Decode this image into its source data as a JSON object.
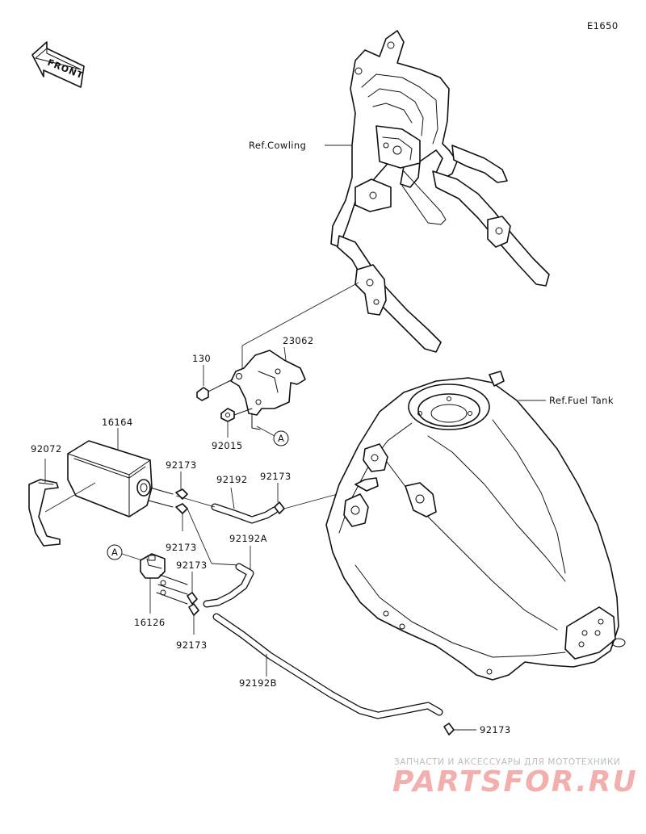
{
  "diagram_code": "E1650",
  "front_label": "FRONT",
  "labels": {
    "ref_cowling": "Ref.Cowling",
    "ref_fuel_tank": "Ref.Fuel Tank",
    "p23062": "23062",
    "p130": "130",
    "p92015": "92015",
    "ref_a_top": "A",
    "p16164": "16164",
    "p92072": "92072",
    "p92173_a": "92173",
    "p92192": "92192",
    "p92173_b": "92173",
    "p92173_c": "92173",
    "p92192a": "92192A",
    "ref_a_bottom": "A",
    "p92173_d": "92173",
    "p16126": "16126",
    "p92173_e": "92173",
    "p92192b": "92192B",
    "p92173_f": "92173"
  },
  "watermark": {
    "tagline": "ЗАПЧАСТИ И АКСЕССУАРЫ ДЛЯ МОТОТЕХНИКИ",
    "logo": "PARTSFOR.RU"
  }
}
